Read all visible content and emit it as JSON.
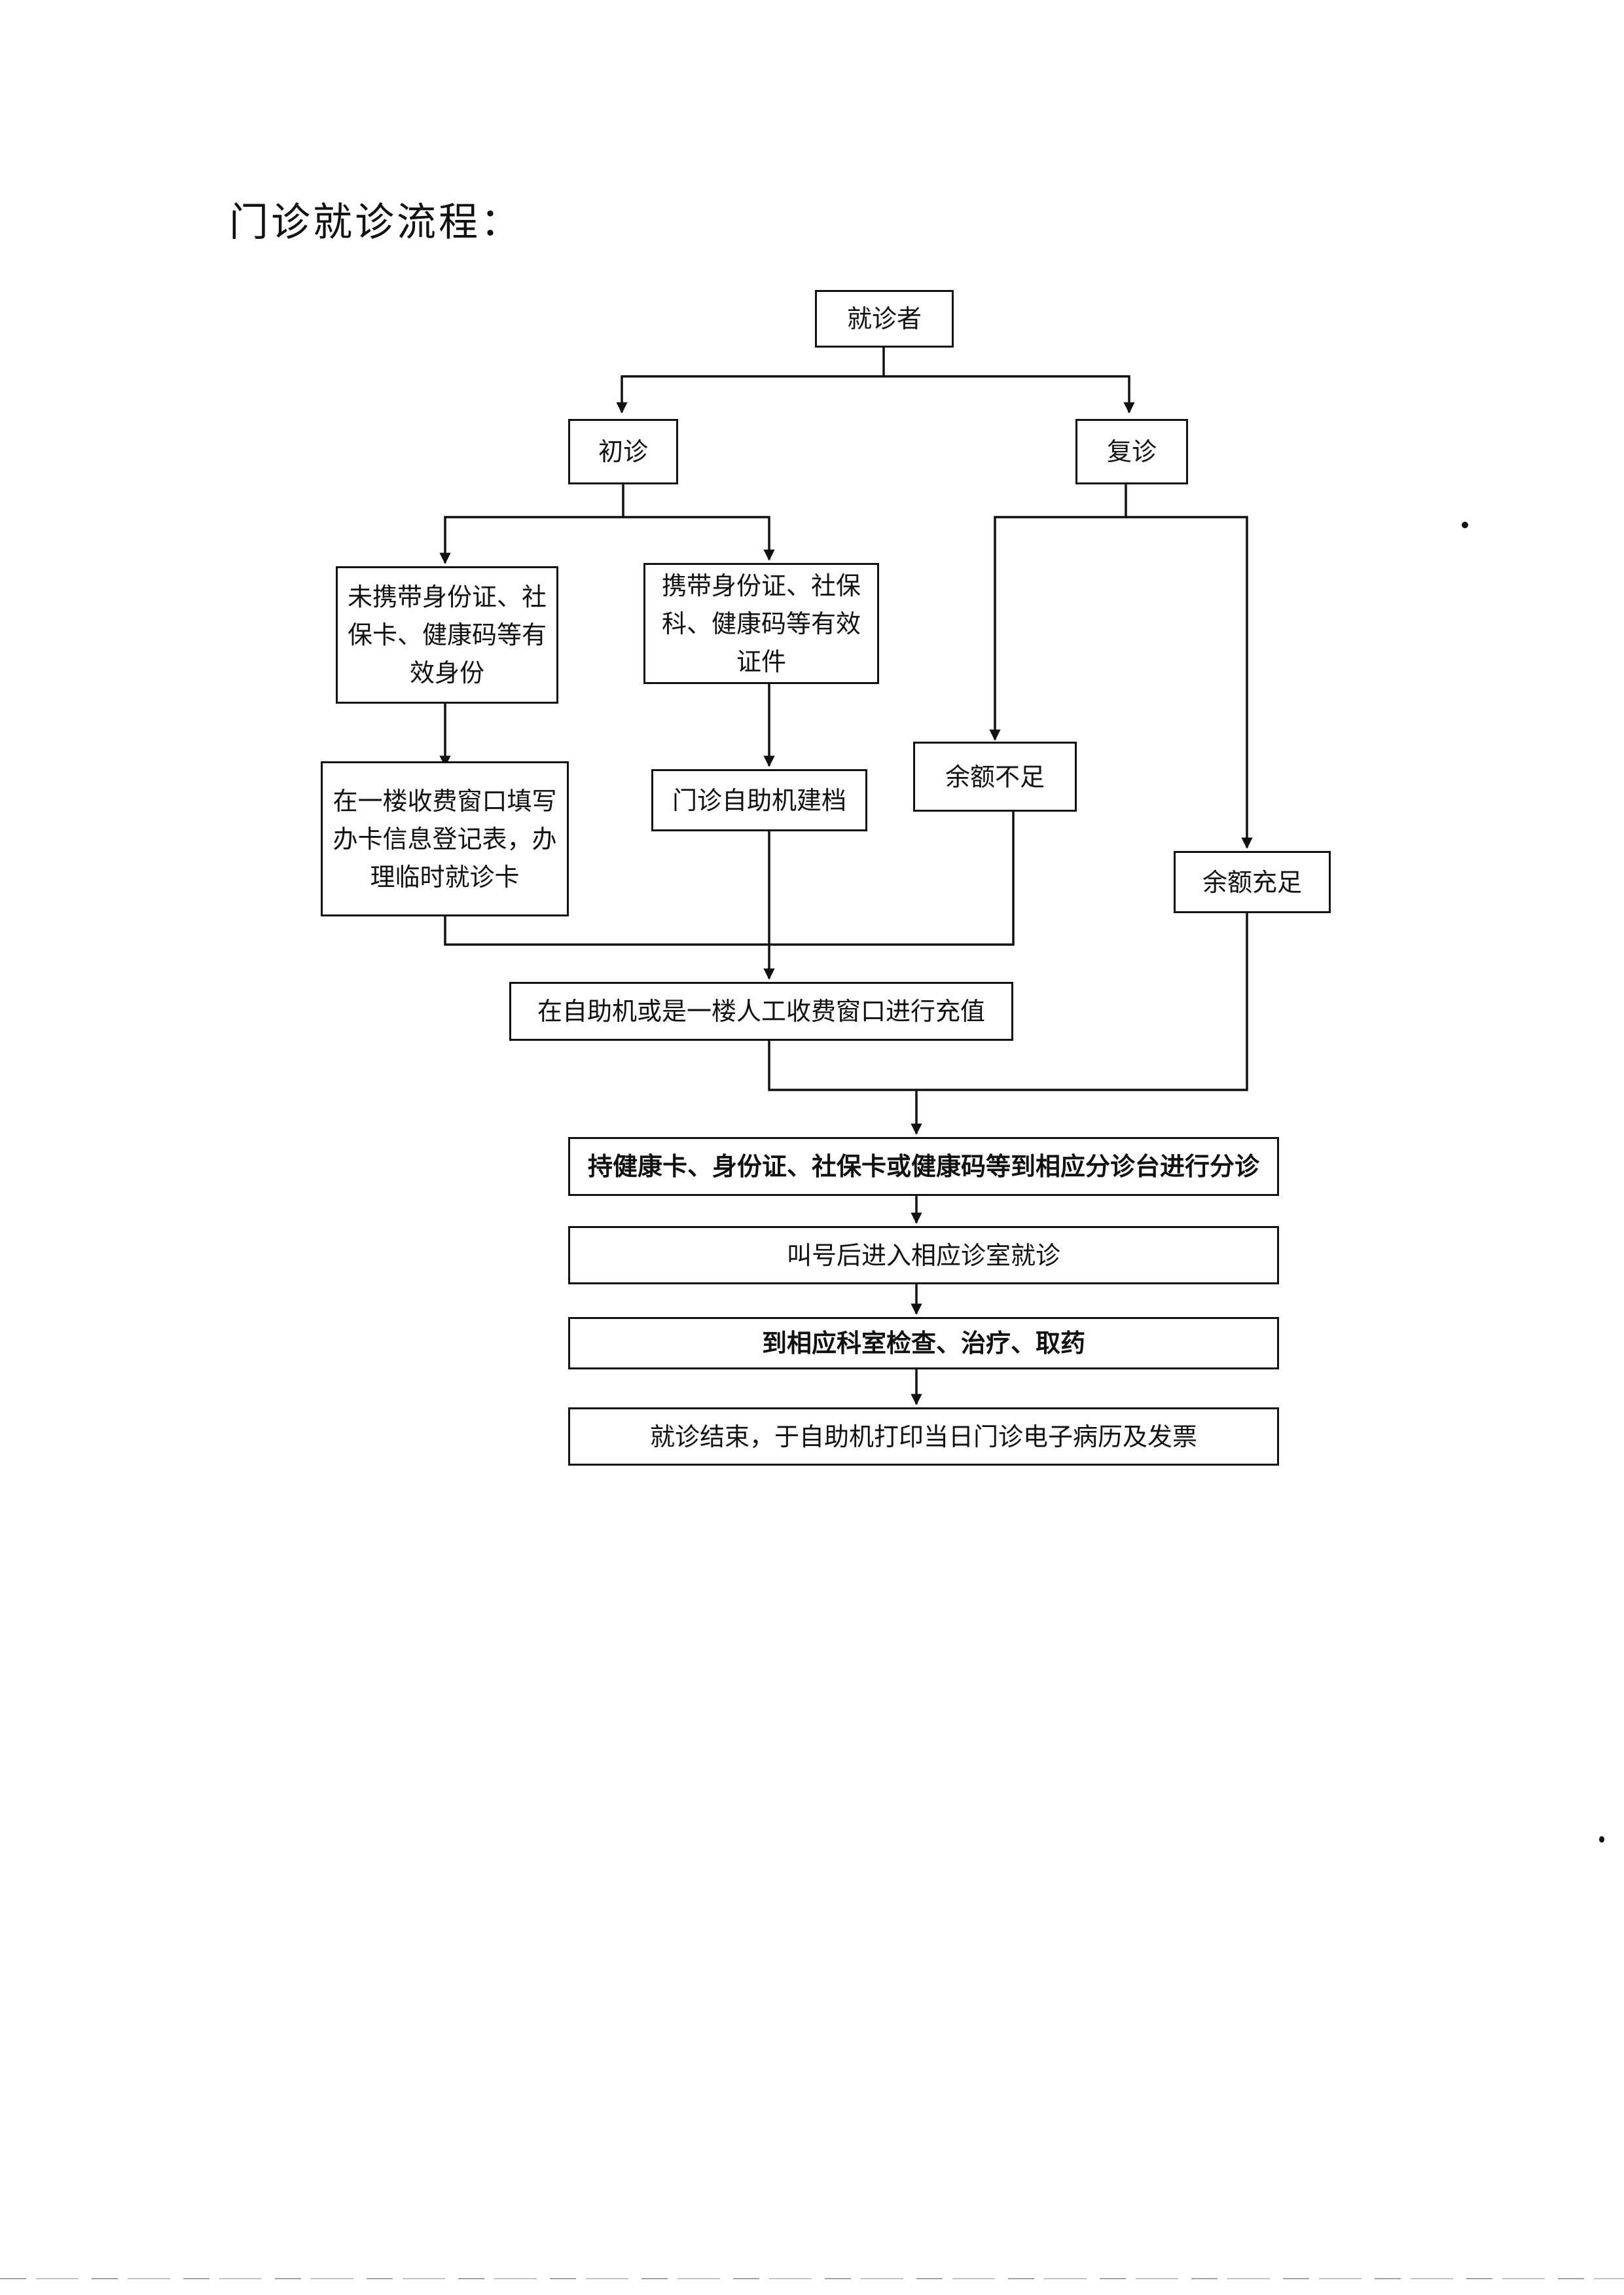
{
  "document": {
    "title": "门诊就诊流程："
  },
  "flowchart": {
    "patient": "就诊者",
    "first_visit": "初诊",
    "return_visit": "复诊",
    "no_id": "未携带身份证、社保卡、健康码等有效身份",
    "with_id": "携带身份证、社保科、健康码等有效证件",
    "balance_insufficient": "余额不足",
    "balance_sufficient": "余额充足",
    "register_window": "在一楼收费窗口填写办卡信息登记表，办理临时就诊卡",
    "self_service_register": "门诊自助机建档",
    "recharge": "在自助机或是一楼人工收费窗口进行充值",
    "triage": "持健康卡、身份证、社保卡或健康码等到相应分诊台进行分诊",
    "consultation": "叫号后进入相应诊室就诊",
    "exam": "到相应科室检查、治疗、取药",
    "finish": "就诊结束，于自助机打印当日门诊电子病历及发票"
  }
}
